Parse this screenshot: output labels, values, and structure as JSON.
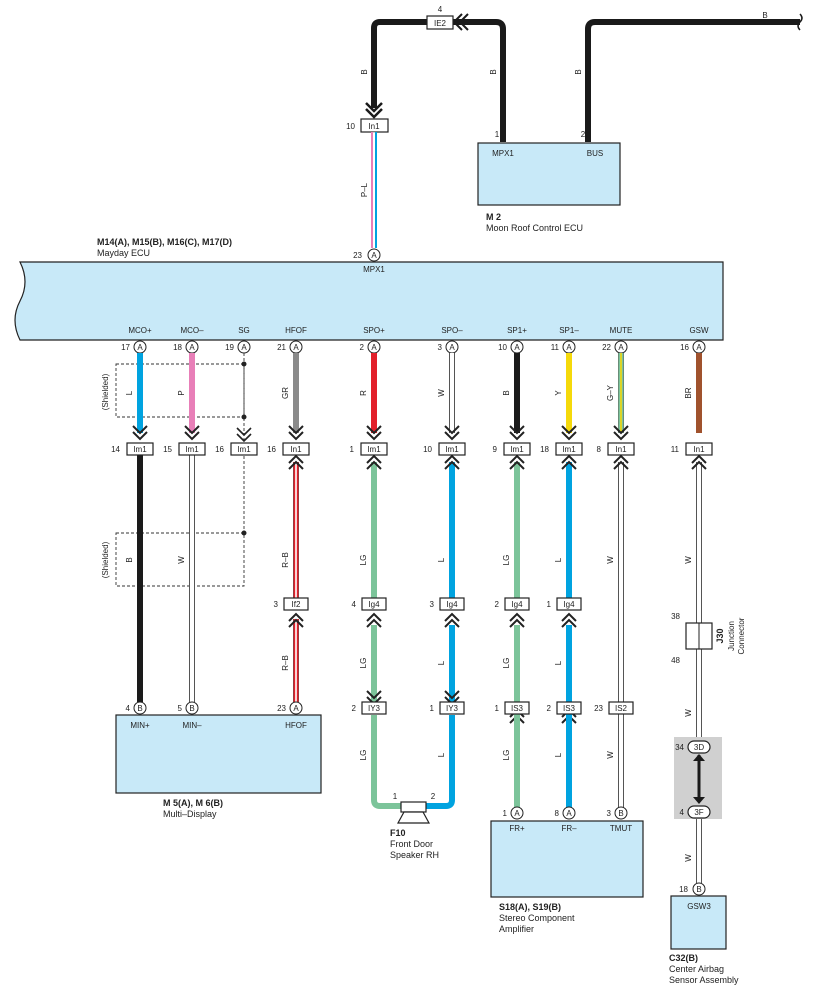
{
  "ecu_mayday": {
    "title": "M14(A), M15(B), M16(C), M17(D)",
    "subtitle": "Mayday ECU",
    "top_pin": "23",
    "top_letter": "A",
    "top_label": "MPX1"
  },
  "ecu_moonroof": {
    "title": "M 2",
    "subtitle": "Moon Roof Control ECU",
    "pin1": "1",
    "pin1_label": "MPX1",
    "pin2": "2",
    "pin2_label": "BUS"
  },
  "ie2": {
    "num": "4",
    "label": "IE2"
  },
  "in1_top": {
    "num": "10",
    "label": "In1"
  },
  "wire_top": {
    "left": "B",
    "mid": "B",
    "right": "B",
    "far": "B",
    "pl": "P–L"
  },
  "pins": [
    {
      "label": "MCO+",
      "num": "17",
      "letter": "A"
    },
    {
      "label": "MCO–",
      "num": "18",
      "letter": "A"
    },
    {
      "label": "SG",
      "num": "19",
      "letter": "A"
    },
    {
      "label": "HFOF",
      "num": "21",
      "letter": "A"
    },
    {
      "label": "SPO+",
      "num": "2",
      "letter": "A"
    },
    {
      "label": "SPO–",
      "num": "3",
      "letter": "A"
    },
    {
      "label": "SP1+",
      "num": "10",
      "letter": "A"
    },
    {
      "label": "SP1–",
      "num": "11",
      "letter": "A"
    },
    {
      "label": "MUTE",
      "num": "22",
      "letter": "A"
    },
    {
      "label": "GSW",
      "num": "16",
      "letter": "A"
    }
  ],
  "wire_colors_upper": [
    "L",
    "P",
    "",
    "GR",
    "R",
    "W",
    "B",
    "Y",
    "G–Y",
    "BR"
  ],
  "shielded": "(Shielded)",
  "conn_row1": [
    {
      "num": "14",
      "label": "Im1"
    },
    {
      "num": "15",
      "label": "Im1"
    },
    {
      "num": "16",
      "label": "Im1"
    },
    {
      "num": "16",
      "label": "In1"
    },
    {
      "num": "1",
      "label": "Im1"
    },
    {
      "num": "10",
      "label": "Im1"
    },
    {
      "num": "9",
      "label": "Im1"
    },
    {
      "num": "18",
      "label": "Im1"
    },
    {
      "num": "8",
      "label": "In1"
    },
    {
      "num": "11",
      "label": "In1"
    }
  ],
  "wire_colors_mid": [
    "B",
    "W",
    "R–B",
    "LG",
    "L",
    "LG",
    "L",
    "W"
  ],
  "conn_row2": [
    {
      "num": "3",
      "label": "If2"
    },
    {
      "num": "4",
      "label": "Ig4"
    },
    {
      "num": "3",
      "label": "Ig4"
    },
    {
      "num": "2",
      "label": "Ig4"
    },
    {
      "num": "1",
      "label": "Ig4"
    }
  ],
  "wire_colors_lower": [
    "R–B",
    "LG",
    "L",
    "LG",
    "L",
    "W"
  ],
  "conn_row3": [
    {
      "num": "2",
      "label": "IY3"
    },
    {
      "num": "1",
      "label": "IY3"
    },
    {
      "num": "1",
      "label": "IS3"
    },
    {
      "num": "2",
      "label": "IS3"
    },
    {
      "num": "23",
      "label": "IS2"
    }
  ],
  "wire_colors_bottom": [
    "LG",
    "L",
    "LG",
    "L",
    "W"
  ],
  "j30": {
    "title": "J30",
    "subtitle1": "Junction",
    "subtitle2": "Connector",
    "pin_top": "38",
    "pin_bottom": "48"
  },
  "gsw_wires": [
    "W",
    "W",
    "W"
  ],
  "j3d": {
    "num": "34",
    "label": "3D"
  },
  "j3f": {
    "num": "4",
    "label": "3F"
  },
  "display": {
    "title": "M 5(A), M 6(B)",
    "subtitle": "Multi–Display",
    "pins": [
      {
        "num": "4",
        "letter": "B",
        "label": "MIN+"
      },
      {
        "num": "5",
        "letter": "B",
        "label": "MIN–"
      },
      {
        "num": "23",
        "letter": "A",
        "label": "HFOF"
      }
    ]
  },
  "speaker": {
    "title": "F10",
    "subtitle1": "Front Door",
    "subtitle2": "Speaker RH",
    "pin1": "1",
    "pin2": "2"
  },
  "amp": {
    "title": "S18(A), S19(B)",
    "subtitle1": "Stereo Component",
    "subtitle2": "Amplifier",
    "pins": [
      {
        "num": "1",
        "letter": "A",
        "label": "FR+"
      },
      {
        "num": "8",
        "letter": "A",
        "label": "FR–"
      },
      {
        "num": "3",
        "letter": "B",
        "label": "TMUT"
      }
    ]
  },
  "airbag": {
    "title": "C32(B)",
    "subtitle1": "Center Airbag",
    "subtitle2": "Sensor Assembly",
    "pin": "18",
    "letter": "B",
    "label": "GSW3"
  },
  "colors": {
    "black": "#1a1a1a",
    "blue": "#00a3e0",
    "pink": "#e87fb8",
    "gray": "#8a8a8a",
    "red": "#e2202a",
    "green": "#7cc49a",
    "yellow": "#f5d90a",
    "brown": "#a0522d",
    "ecu_fill": "#c8e9f8",
    "jc_gray": "#d0d0d0"
  }
}
